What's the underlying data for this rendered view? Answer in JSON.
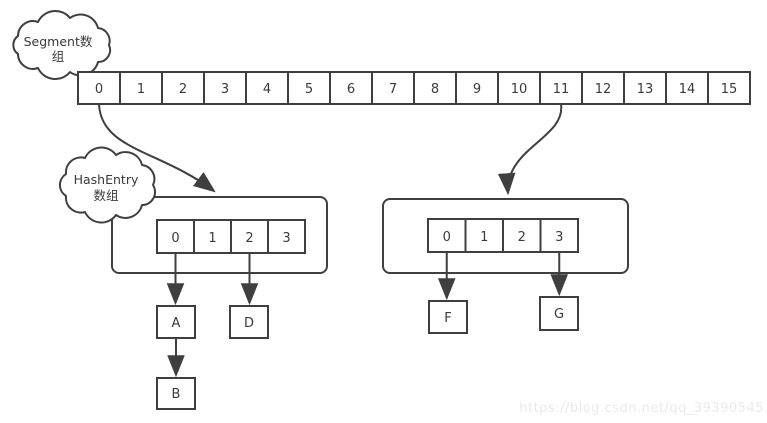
{
  "diagram": {
    "segment_cloud": {
      "line1": "Segment数",
      "line2": "组"
    },
    "hashentry_cloud": {
      "line1": "HashEntry",
      "line2": "数组"
    },
    "segment_array": {
      "cells": [
        "0",
        "1",
        "2",
        "3",
        "4",
        "5",
        "6",
        "7",
        "8",
        "9",
        "10",
        "11",
        "12",
        "13",
        "14",
        "15"
      ]
    },
    "left_bucket": {
      "cells": [
        "0",
        "1",
        "2",
        "3"
      ]
    },
    "right_bucket": {
      "cells": [
        "0",
        "1",
        "2",
        "3"
      ]
    },
    "nodes": {
      "a": "A",
      "b": "B",
      "d": "D",
      "f": "F",
      "g": "G"
    },
    "watermark": "https://blog.csdn.net/qq_39390545",
    "colors": {
      "stroke": "#3f3f3f",
      "text": "#3a3a3a",
      "watermark": "#e9e9e9"
    }
  }
}
